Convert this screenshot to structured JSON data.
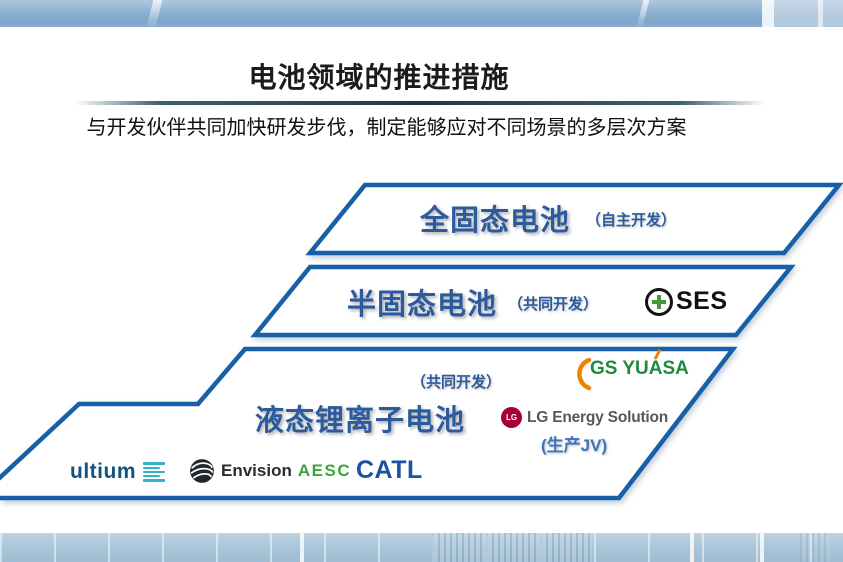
{
  "slide": {
    "title": "电池领域的推进措施",
    "subtitle": "与开发伙伴共同加快研发步伐，制定能够应对不同场景的多层次方案"
  },
  "tiers": {
    "all_solid": {
      "name": "全固态电池",
      "note": "（自主开发）"
    },
    "semi_solid": {
      "name": "半固态电池",
      "note": "（共同开发）"
    },
    "liquid": {
      "name": "液态锂离子电池",
      "note": "（共同开发）",
      "jv_note": "(生产JV)"
    }
  },
  "partners": {
    "ses": {
      "name": "SES"
    },
    "gs_yuasa": {
      "name": "GS YUASA"
    },
    "lg_energy": {
      "name": "LG Energy Solution",
      "mark": "LG"
    },
    "ultium": {
      "name": "ultium"
    },
    "envision": {
      "name": "Envision",
      "suffix": "AESC"
    },
    "catl": {
      "name": "CATL"
    }
  },
  "colors": {
    "band_border": "#1760a8",
    "tier_text_blue": "#2b5b9d",
    "jv_note_blue": "#3d74c0",
    "gs_yuasa_green": "#1f8a3d",
    "gs_yuasa_orange": "#f08300",
    "lg_magenta": "#a50034",
    "ultium_blue": "#15517e",
    "ultium_teal": "#2fb4c7",
    "aesc_green": "#3ba53f",
    "catl_blue": "#1b52a5",
    "ses_green": "#3f9c35"
  }
}
